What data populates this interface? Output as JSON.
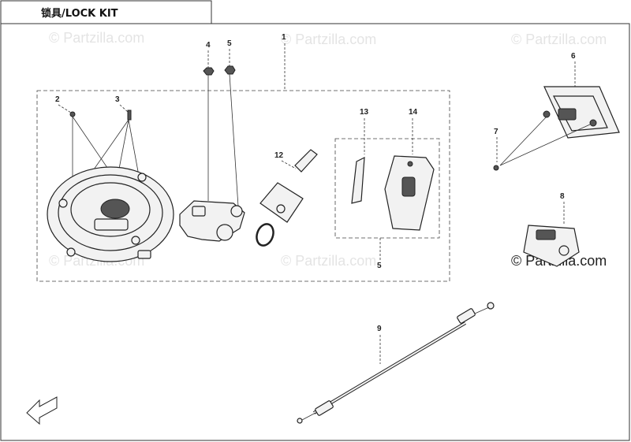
{
  "title": "锁具/LOCK KIT",
  "watermark": "© Partzilla.com",
  "callouts": [
    "1",
    "2",
    "3",
    "4",
    "5",
    "5",
    "6",
    "7",
    "8",
    "9",
    "12",
    "13",
    "14"
  ],
  "colors": {
    "line": "#222222",
    "watermark": "#e4e4e4",
    "background": "#ffffff"
  }
}
